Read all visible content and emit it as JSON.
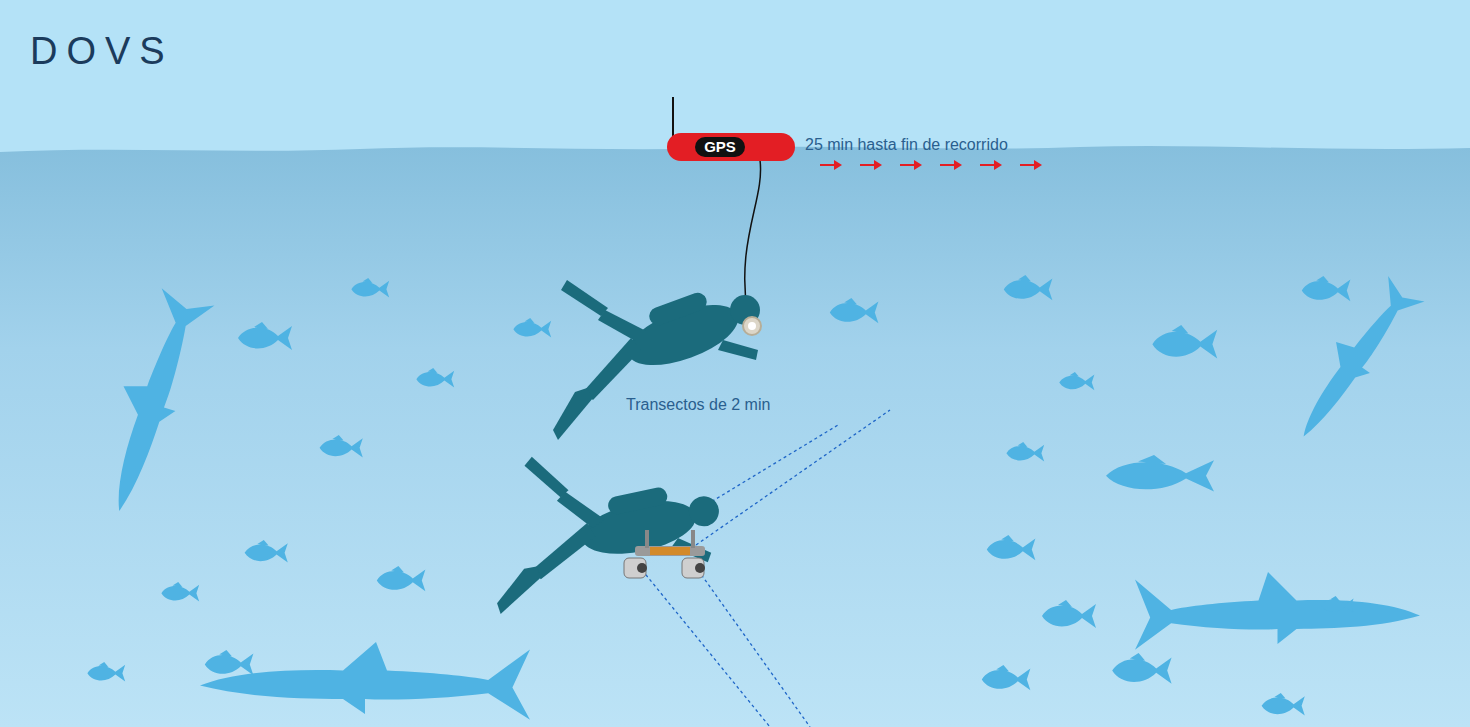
{
  "diagram": {
    "title": "DOVS",
    "nodes": [
      {
        "text": [
          "GPS"
        ]
      }
    ],
    "labels": [
      "25 min hasta fin de recorrido",
      "Transectos de 2 min"
    ]
  }
}
